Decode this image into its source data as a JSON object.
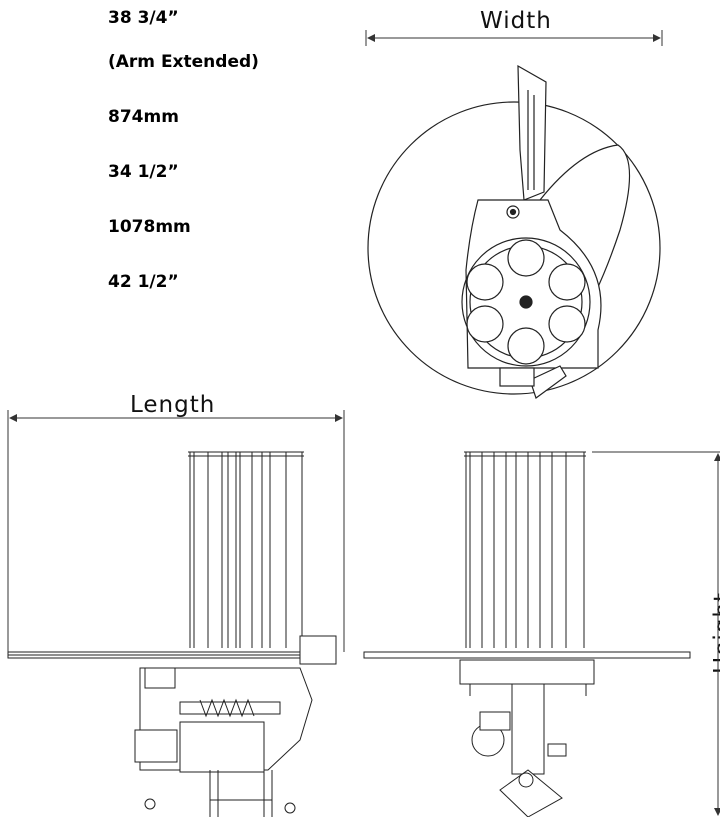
{
  "specs": {
    "length_in": "38 3/4”",
    "length_note": "(Arm Extended)",
    "width_mm": "874mm",
    "width_in": "34 1/2”",
    "height_mm": "1078mm",
    "height_in": "42 1/2”"
  },
  "dimension_labels": {
    "width": "Width",
    "length": "Length",
    "height": "Height"
  }
}
